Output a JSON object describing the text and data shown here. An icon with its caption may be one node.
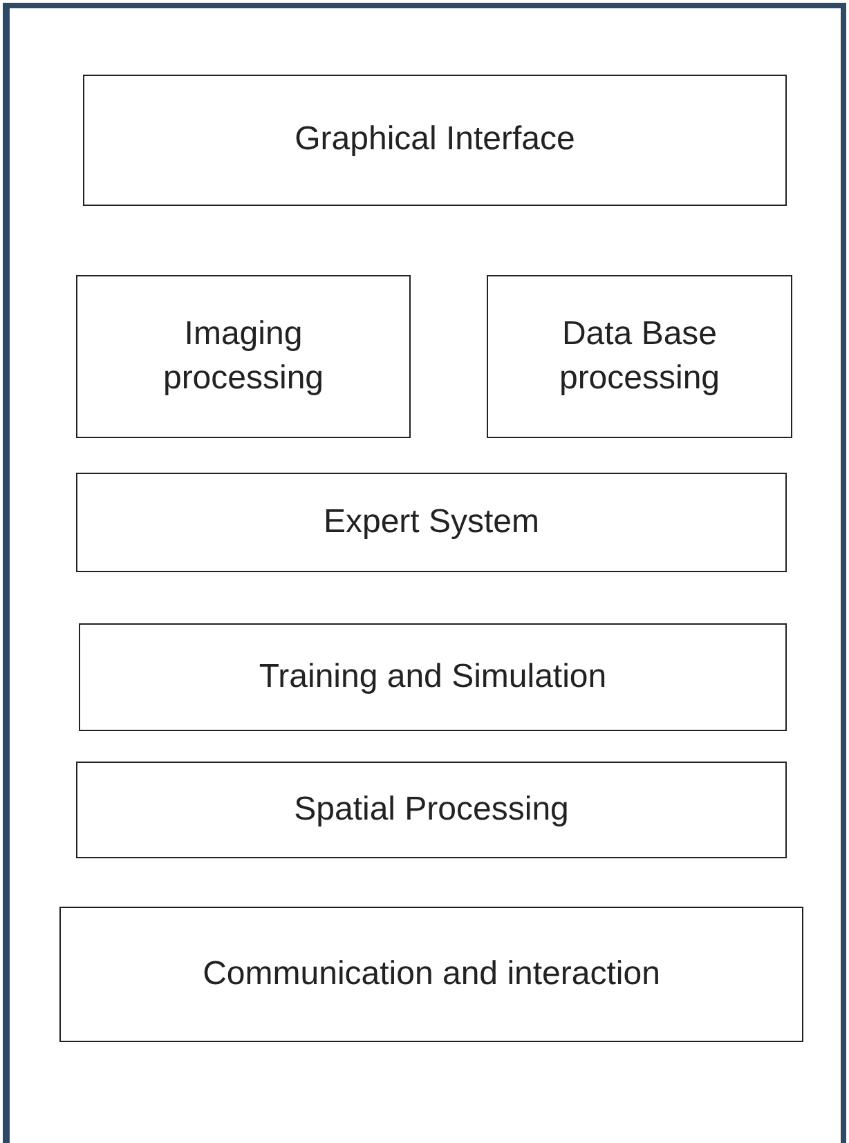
{
  "diagram": {
    "nodes": [
      {
        "text": [],
        "shape": "box"
      },
      {
        "text": [
          "Graphical Interface"
        ],
        "in": 0
      },
      {
        "text": [
          "Imaging processing"
        ],
        "in": 0
      },
      {
        "text": [
          "Data Base processing"
        ],
        "in": 0
      },
      {
        "text": [
          "Expert System"
        ],
        "in": 0
      },
      {
        "text": [
          "Training and Simulation"
        ],
        "in": 0
      },
      {
        "text": [
          "Spatial Processing"
        ],
        "in": 0
      },
      {
        "text": [
          "Communication and interaction"
        ],
        "in": 0
      }
    ]
  }
}
